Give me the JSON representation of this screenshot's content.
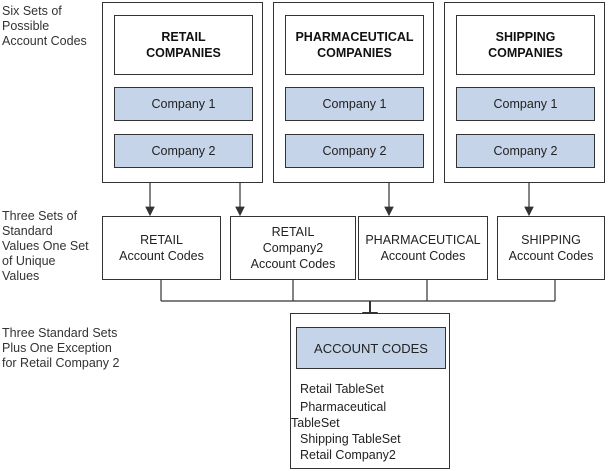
{
  "side_labels": {
    "top": "Six Sets of\nPossible\nAccount Codes",
    "middle": "Three Sets of\nStandard\nValues One Set\nof Unique\nValues",
    "bottom": "Three Standard Sets\nPlus One Exception\nfor Retail Company 2"
  },
  "groups": [
    {
      "title": "RETAIL\nCOMPANIES",
      "companies": [
        "Company 1",
        "Company 2"
      ]
    },
    {
      "title": "PHARMACEUTICAL\nCOMPANIES",
      "companies": [
        "Company 1",
        "Company 2"
      ]
    },
    {
      "title": "SHIPPING\nCOMPANIES",
      "companies": [
        "Company 1",
        "Company 2"
      ]
    }
  ],
  "account_boxes": [
    "RETAIL\nAccount Codes",
    "RETAIL\nCompany2\nAccount Codes",
    "PHARMACEUTICAL\nAccount Codes",
    "SHIPPING\nAccount Codes"
  ],
  "account_codes": {
    "title": "ACCOUNT CODES",
    "items": [
      "Retail TableSet",
      "Pharmaceutical",
      "TableSet",
      "Shipping TableSet",
      "Retail Company2"
    ]
  },
  "colors": {
    "highlight_fill": "#c5d4e8",
    "stroke": "#333333"
  }
}
